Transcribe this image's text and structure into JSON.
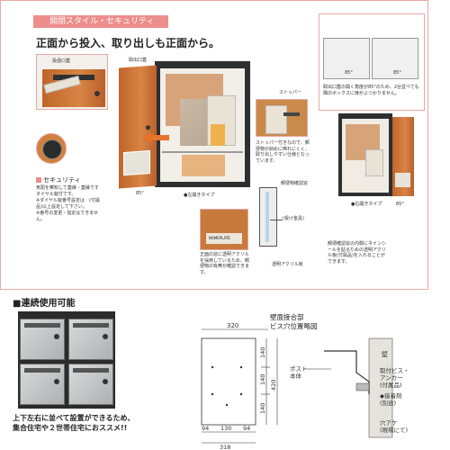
{
  "header": {
    "title": "開閉スタイル・セキュリティ"
  },
  "subtitle": "正面から投入、取り出しも正面から。",
  "main_box": {
    "label_insert": "投函口蓋",
    "label_takeout": "取出口蓋",
    "label_left": "●左開きタイプ",
    "angle": "85°"
  },
  "security": {
    "title": "セキュリティ",
    "desc": "気配を察知して蓋縁・蓋縁ですタイヤル錠付です。",
    "note1": "※ダイヤル錠番号設定は　(付属品)以上設定して下さい。",
    "note2": "※番号の変更・指定はできません。"
  },
  "stopper": {
    "label": "ストッパー",
    "desc": "ストッパー付きなので、郵便物が斜めに倒れにくく、取り出しやすい仕様となっています。"
  },
  "top_right": {
    "angle_left": "85°",
    "angle_right": "85°",
    "desc": "取出口蓋の開く角度が85°のため、2台並べても隣のボックスに扉がぶつかりません。"
  },
  "right_box": {
    "label": "●右開きタイプ",
    "angle": "85°"
  },
  "confirm_window": {
    "label_window": "郵便物確認窓",
    "label_frame": "(受け金具)",
    "label_acrylic": "透明アクリル板",
    "desc_left": "正面の窓に透明アクリルを採用しているため、郵便物の有無が確認できます。",
    "desc_right": "郵便確認窓の内側にネインシールを貼るための透明アクリル板(付属品)を入れることができます。",
    "plate_text": "NAMEPLATE"
  },
  "continuous": {
    "title": "■連続使用可能",
    "caption_line1": "上下左右に並べて設置ができるため、",
    "caption_line2": "集合住宅や２世帯住宅におススメ!!"
  },
  "drawing": {
    "title_line1": "壁面接合部",
    "title_line2": "ビス穴位置略図",
    "top_width": "320",
    "dim_140a": "140",
    "dim_140b": "140",
    "dim_140c": "140",
    "dim_420": "420",
    "bottom_94a": "94",
    "bottom_130": "130",
    "bottom_94b": "94",
    "bottom_318": "318",
    "post_body": "ポスト\n本体",
    "wall": "壁",
    "screw": "取付ビス・\nアンカー\n(付属品)",
    "adhesive": "◆接着剤\n(別途)",
    "hole": "穴アケ\n(現場にて)"
  }
}
